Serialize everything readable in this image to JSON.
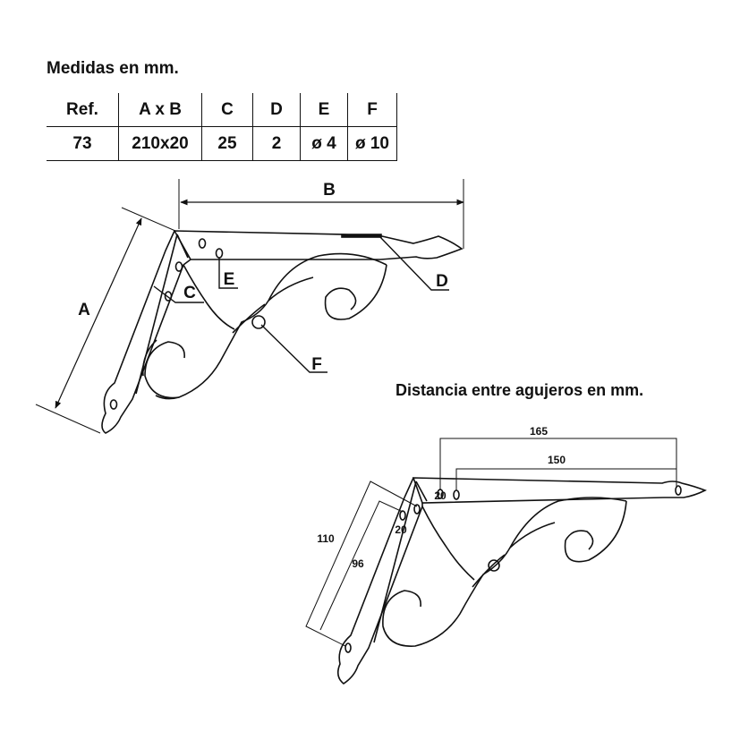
{
  "title": "Medidas en mm.",
  "table": {
    "headers": [
      "Ref.",
      "A  x B",
      "C",
      "D",
      "E",
      "F"
    ],
    "values": [
      "73",
      "210x20",
      "25",
      "2",
      "ø 4",
      "ø 10"
    ]
  },
  "diagram1": {
    "labels": {
      "a": "A",
      "b": "B",
      "c": "C",
      "d": "D",
      "e": "E",
      "f": "F"
    }
  },
  "subtitle": "Distancia entre agujeros en mm.",
  "diagram2": {
    "dims": {
      "d165": "165",
      "d150": "150",
      "d20_top": "20",
      "d20_side": "20",
      "d110": "110",
      "d96": "96"
    }
  }
}
